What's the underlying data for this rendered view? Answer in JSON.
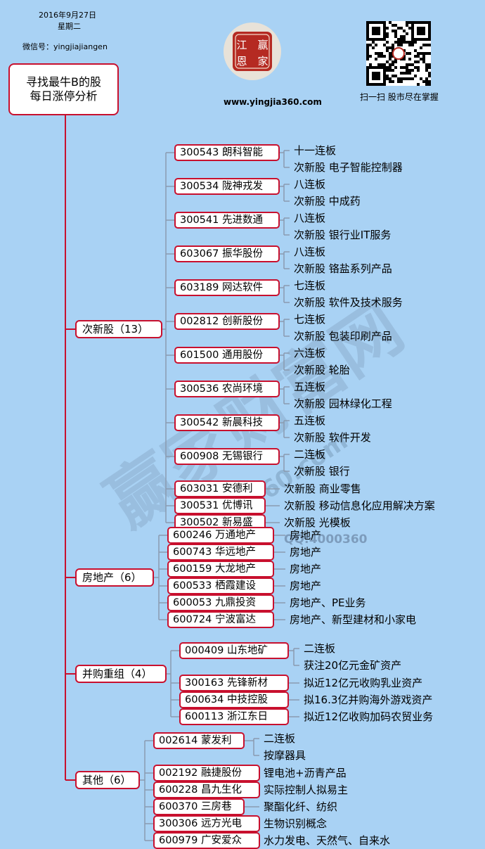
{
  "header": {
    "date": "2016年9月27日",
    "weekday": "星期二",
    "wechat": "微信号：yingjiajiangen"
  },
  "root": {
    "line1": "寻找最牛B的股",
    "line2": "每日涨停分析"
  },
  "logo": {
    "chars": [
      "江",
      "赢",
      "恩",
      "家"
    ],
    "url": "www.yingjia360.com"
  },
  "qr": {
    "caption": "扫一扫 股市尽在掌握"
  },
  "watermark": {
    "big": "赢家财富网",
    "small": "yingjia360.com",
    "qq": "QQ:4000360"
  },
  "colors": {
    "accent": "#c8102e",
    "background": "#a9d2f4"
  },
  "categories": [
    {
      "label": "次新股（13）",
      "stocks": [
        {
          "name": "300543 朗科智能",
          "info": [
            "十一连板",
            "次新股 电子智能控制器"
          ]
        },
        {
          "name": "300534 陇神戎发",
          "info": [
            "八连板",
            "次新股 中成药"
          ]
        },
        {
          "name": "300541 先进数通",
          "info": [
            "八连板",
            "次新股 银行业IT服务"
          ]
        },
        {
          "name": "603067 振华股份",
          "info": [
            "八连板",
            "次新股 铬盐系列产品"
          ]
        },
        {
          "name": "603189 网达软件",
          "info": [
            "七连板",
            "次新股 软件及技术服务"
          ]
        },
        {
          "name": "002812 创新股份",
          "info": [
            "七连板",
            "次新股 包装印刷产品"
          ]
        },
        {
          "name": "601500 通用股份",
          "info": [
            "六连板",
            "次新股 轮胎"
          ]
        },
        {
          "name": "300536 农尚环境",
          "info": [
            "五连板",
            "次新股 园林绿化工程"
          ]
        },
        {
          "name": "300542 新晨科技",
          "info": [
            "五连板",
            "次新股 软件开发"
          ]
        },
        {
          "name": "600908 无锡银行",
          "info": [
            "二连板",
            "次新股 银行"
          ]
        },
        {
          "name": "603031 安德利",
          "info": [
            "次新股 商业零售"
          ]
        },
        {
          "name": "300531 优博讯",
          "info": [
            "次新股 移动信息化应用解决方案"
          ]
        },
        {
          "name": "300502 新易盛",
          "info": [
            "次新股 光模板"
          ]
        }
      ]
    },
    {
      "label": "房地产（6）",
      "stocks": [
        {
          "name": "600246 万通地产",
          "info": [
            "房地产"
          ]
        },
        {
          "name": "600743 华远地产",
          "info": [
            "房地产"
          ]
        },
        {
          "name": "600159 大龙地产",
          "info": [
            "房地产"
          ]
        },
        {
          "name": "600533 栖霞建设",
          "info": [
            "房地产"
          ]
        },
        {
          "name": "600053 九鼎投资",
          "info": [
            "房地产、PE业务"
          ]
        },
        {
          "name": "600724 宁波富达",
          "info": [
            "房地产、新型建材和小家电"
          ]
        }
      ]
    },
    {
      "label": "并购重组（4）",
      "stocks": [
        {
          "name": "000409 山东地矿",
          "info": [
            "二连板",
            "获注20亿元金矿资产"
          ]
        },
        {
          "name": "300163 先锋新材",
          "info": [
            "拟近12亿元收购乳业资产"
          ]
        },
        {
          "name": "600634 中技控股",
          "info": [
            "拟16.3亿并购海外游戏资产"
          ]
        },
        {
          "name": "600113 浙江东日",
          "info": [
            "拟近12亿收购加码农贸业务"
          ]
        }
      ]
    },
    {
      "label": "其他（6）",
      "stocks": [
        {
          "name": "002614 蒙发利",
          "info": [
            "二连板",
            "按摩器具"
          ]
        },
        {
          "name": "002192 融捷股份",
          "info": [
            "锂电池+沥青产品"
          ]
        },
        {
          "name": "600228 昌九生化",
          "info": [
            "实际控制人拟易主"
          ]
        },
        {
          "name": "600370 三房巷",
          "info": [
            "聚酯化纤、纺织"
          ]
        },
        {
          "name": "300306 远方光电",
          "info": [
            "生物识别概念"
          ]
        },
        {
          "name": "600979 广安爱众",
          "info": [
            "水力发电、天然气、自来水"
          ]
        }
      ]
    }
  ]
}
